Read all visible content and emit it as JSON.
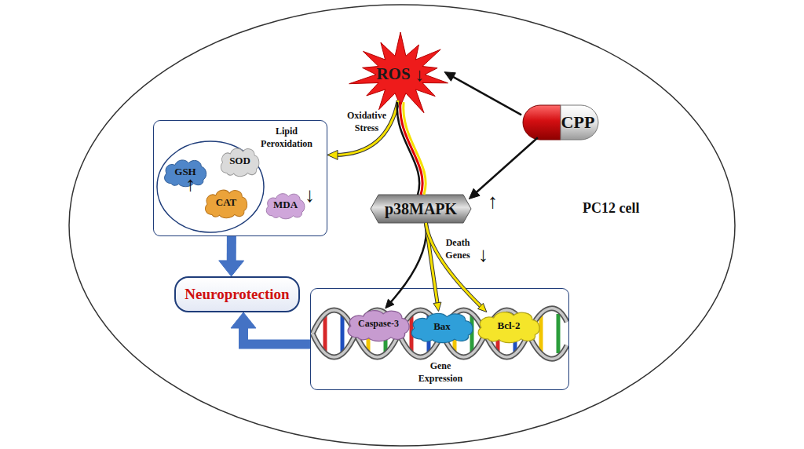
{
  "diagram": {
    "nodes": [
      {
        "text": [
          "ROS",
          "↓"
        ]
      },
      {
        "text": [
          "CPP"
        ]
      },
      {
        "text": [
          "Lipid Peroxidation"
        ]
      },
      {
        "text": [
          "GSH"
        ],
        "in": 2
      },
      {
        "text": [
          "SOD"
        ],
        "in": 2
      },
      {
        "text": [
          "CAT"
        ],
        "in": 2
      },
      {
        "text": [
          "MDA"
        ],
        "in": 2
      },
      {
        "text": [
          "p38MAPK"
        ]
      },
      {
        "text": [
          "Neuroprotection"
        ]
      },
      {
        "text": [
          "Gene Expression"
        ]
      },
      {
        "text": [
          "Caspase-3"
        ],
        "in": 9
      },
      {
        "text": [
          "Bax"
        ],
        "in": 9
      },
      {
        "text": [
          "Bcl-2"
        ],
        "in": 9
      }
    ],
    "edges": [
      {
        "from": 1,
        "to": 0,
        "arrow": "to"
      },
      {
        "from": 1,
        "to": 7,
        "arrow": "to"
      },
      {
        "from": 0,
        "to": 2,
        "arrow": "to",
        "label": "Oxidative Stress"
      },
      {
        "from": 0,
        "to": 7,
        "arrow": "none"
      },
      {
        "from": 7,
        "to": 10,
        "arrow": "to"
      },
      {
        "from": 7,
        "to": 11,
        "arrow": "to",
        "label": "Death Genes"
      },
      {
        "from": 7,
        "to": 12,
        "arrow": "to"
      },
      {
        "from": 2,
        "to": 8,
        "arrow": "to"
      },
      {
        "from": 9,
        "to": 8,
        "arrow": "to"
      }
    ],
    "labels": [
      "↑",
      "↓",
      "↑",
      "↓",
      "PC12 cell"
    ]
  }
}
